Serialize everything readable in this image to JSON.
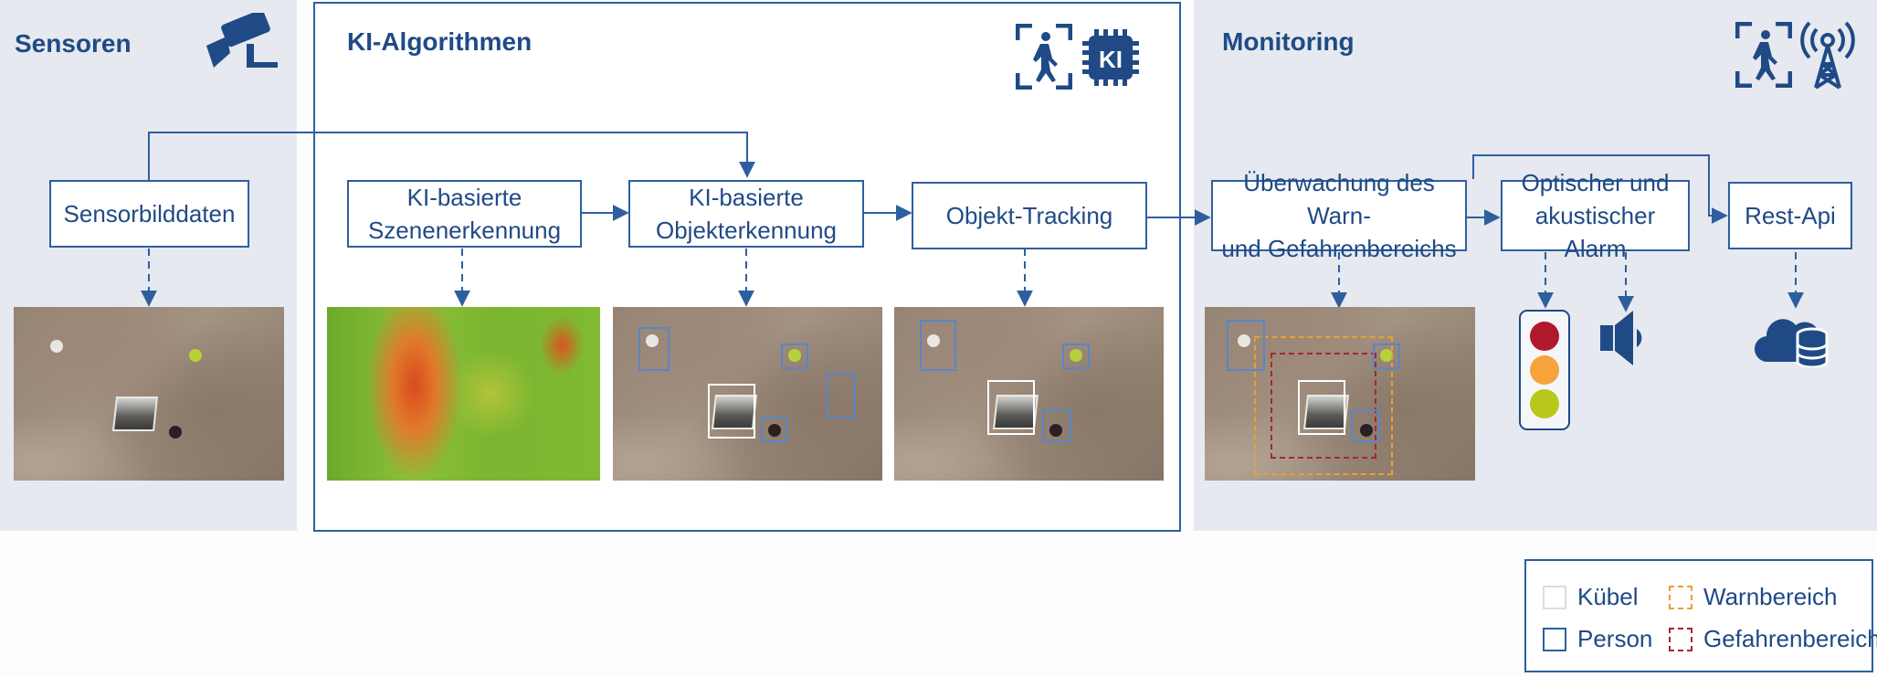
{
  "panels": {
    "sensoren": {
      "title": "Sensoren"
    },
    "ki": {
      "title": "KI-Algorithmen",
      "badge": "KI"
    },
    "monitoring": {
      "title": "Monitoring"
    }
  },
  "nodes": {
    "sensorbilddaten": "Sensorbilddaten",
    "szenenerkennung": "KI-basierte\nSzenenerkennung",
    "objekterkennung": "KI-basierte\nObjekterkennung",
    "tracking": "Objekt-Tracking",
    "ueberwachung": "Überwachung des Warn-\nund Gefahrenbereichs",
    "alarm": "Optischer und\nakustischer Alarm",
    "restapi": "Rest-Api"
  },
  "legend": {
    "kuebel": "Kübel",
    "person": "Person",
    "warnbereich": "Warnbereich",
    "gefahrenbereich": "Gefahrenbereich"
  },
  "colors": {
    "primary": "#1f4a86",
    "panel": "#e6e9ef",
    "person_box": "#5b85c8",
    "bucket_box": "#ffffff",
    "warn_box": "#e8a035",
    "danger_box": "#a52732",
    "traffic_red": "#b0182c",
    "traffic_orange": "#f5a33a",
    "traffic_green": "#b8c81a"
  },
  "icons": [
    "security-camera-icon",
    "person-detection-icon",
    "ai-chip-icon",
    "broadcast-tower-icon",
    "traffic-light-icon",
    "speaker-icon",
    "cloud-database-icon"
  ]
}
